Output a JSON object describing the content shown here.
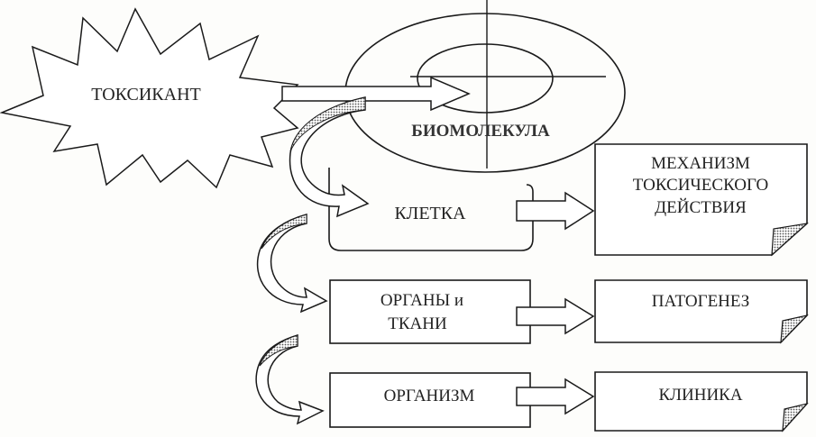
{
  "diagram": {
    "toxicant": "ТОКСИКАНТ",
    "biomolecule": "БИОМОЛЕКУЛА",
    "levels": {
      "cell": "КЛЕТКА",
      "organs_line1": "ОРГАНЫ и",
      "organs_line2": "ТКАНИ",
      "organism": "ОРГАНИЗМ"
    },
    "outcomes": {
      "mechanism_line1": "МЕХАНИЗМ",
      "mechanism_line2": "ТОКСИЧЕСКОГО",
      "mechanism_line3": "ДЕЙСТВИЯ",
      "pathogenesis": "ПАТОГЕНЕЗ",
      "clinic": "КЛИНИКА"
    }
  },
  "colors": {
    "line": "#1a1a1a",
    "fold_fill": "#9a9a9a"
  }
}
